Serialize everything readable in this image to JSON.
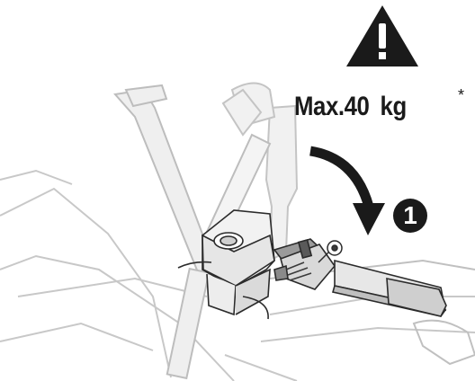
{
  "warning": {
    "icon": "warning-triangle-icon",
    "max_prefix": "Max.40",
    "max_unit": "kg",
    "footnote_marker": "*"
  },
  "step": {
    "number": "1",
    "arrow": "rotate-down-arrow-icon"
  },
  "colors": {
    "ink": "#1a1a1a",
    "line": "#2b2b2b",
    "ghost": "#bdbdbd",
    "fill_light": "#f2f2f2",
    "fill_mid": "#d9d9d9",
    "fill_dark": "#9a9a9a"
  }
}
